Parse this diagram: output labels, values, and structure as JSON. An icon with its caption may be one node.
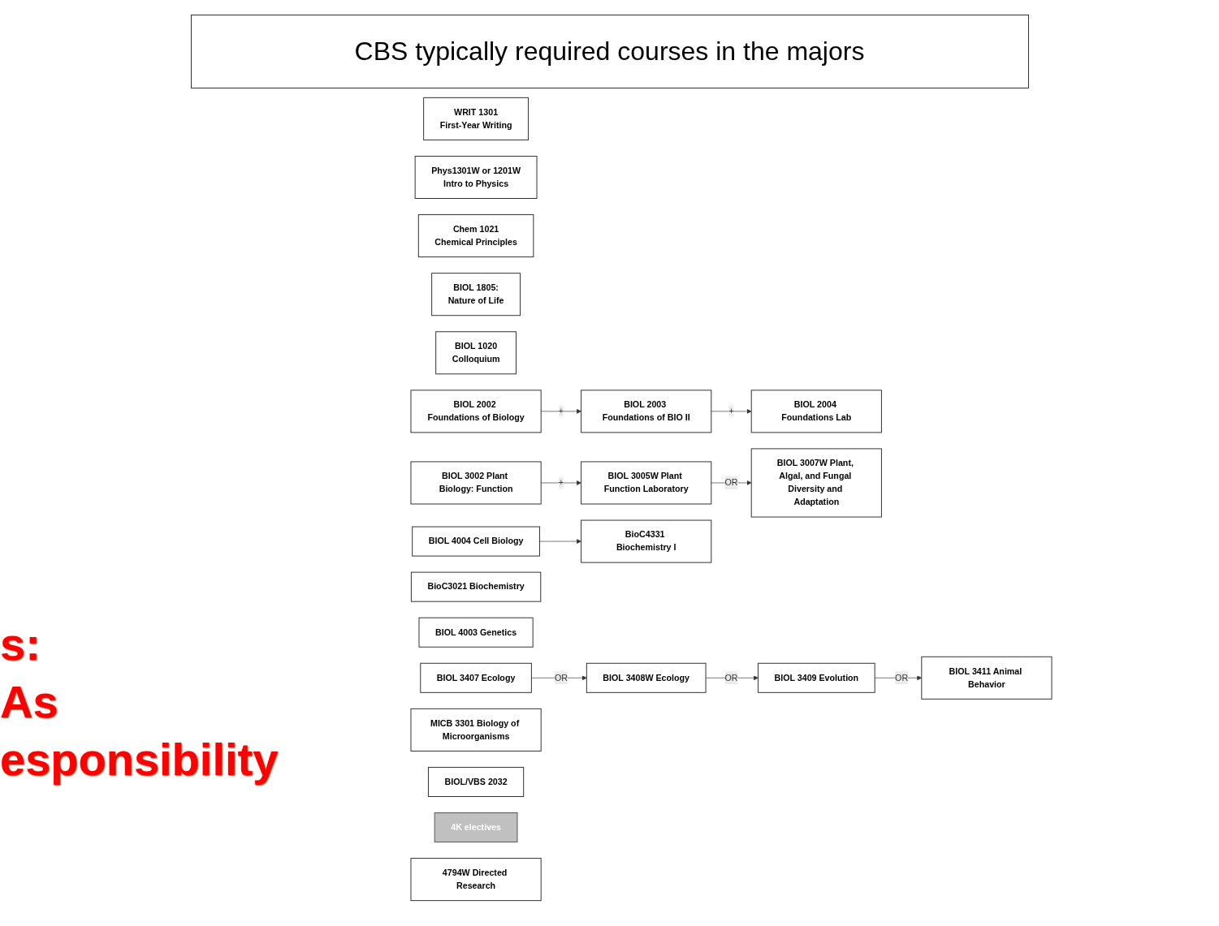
{
  "diagram": {
    "title": "CBS typically required courses in the majors",
    "nodes": [
      {
        "text": [
          "WRIT 1301",
          "First-Year Writing"
        ]
      },
      {
        "text": [
          "Phys1301W or 1201W",
          "Intro to Physics"
        ]
      },
      {
        "text": [
          "Chem 1021",
          "Chemical Principles"
        ]
      },
      {
        "text": [
          "BIOL 1805:",
          "Nature of Life"
        ]
      },
      {
        "text": [
          "BIOL 1020",
          "Colloquium"
        ]
      },
      {
        "text": [
          "BIOL 2002 Foundations of Biology"
        ]
      },
      {
        "text": [
          "BIOL 2003 Foundations of BIO II"
        ]
      },
      {
        "text": [
          "BIOL 2004 Foundations Lab"
        ]
      },
      {
        "text": [
          "BIOL 3002 Plant Biology: Function"
        ]
      },
      {
        "text": [
          "BIOL 3005W Plant Function Laboratory"
        ]
      },
      {
        "text": [
          "BIOL 3007W Plant, Algal, and Fungal Diversity and Adaptation"
        ]
      },
      {
        "text": [
          "BIOL 3407 Ecology"
        ]
      },
      {
        "text": [
          "BioC3021 Biochemistry"
        ]
      },
      {
        "text": [
          "BioC4331 Biochemistry I"
        ]
      },
      {
        "text": [
          "BIOL 3408W Ecology"
        ]
      },
      {
        "text": [
          "BIOL 4003 Genetics"
        ]
      },
      {
        "text": [
          "BIOL 4004 Cell Biology"
        ]
      },
      {
        "text": [
          "BIOL 3409 Evolution"
        ]
      },
      {
        "text": [
          "MICB 3301 Biology of Microorganisms"
        ]
      },
      {
        "text": [
          "BIOL/VBS 2032"
        ]
      },
      {
        "text": [
          "BIOL 3411 Animal Behavior"
        ]
      },
      {
        "text": [
          "4K electives"
        ]
      },
      {
        "text": [
          "4794W Directed Research"
        ]
      }
    ],
    "edges": [
      {
        "from": 5,
        "to": 6,
        "arrow": "to",
        "label": "+"
      },
      {
        "from": 6,
        "to": 7,
        "arrow": "to",
        "label": "+"
      },
      {
        "from": 8,
        "to": 9,
        "arrow": "to",
        "label": "+"
      },
      {
        "from": 9,
        "to": 10,
        "arrow": "to",
        "label": "OR"
      },
      {
        "from": 11,
        "to": 14,
        "arrow": "to",
        "label": "OR"
      },
      {
        "from": 14,
        "to": 17,
        "arrow": "to",
        "label": "OR"
      },
      {
        "from": 17,
        "to": 20,
        "arrow": "to",
        "label": "OR"
      },
      {
        "from": 16,
        "to": 13,
        "arrow": "to"
      }
    ],
    "labels": [
      "s:",
      "As",
      "esponsibility"
    ]
  }
}
